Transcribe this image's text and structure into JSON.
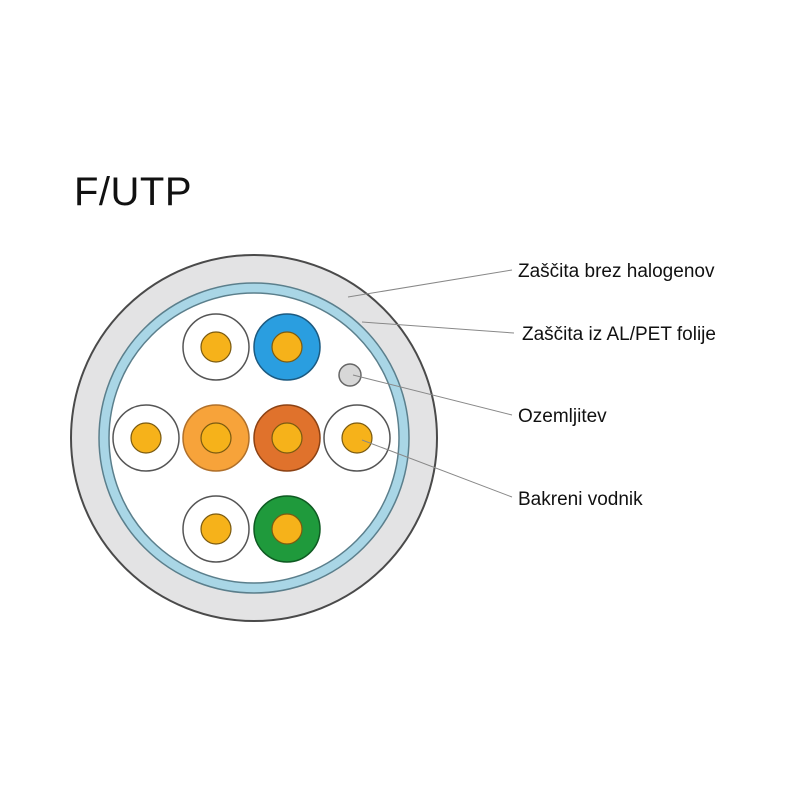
{
  "title": "F/UTP",
  "labels": {
    "outer_jacket": "Zaščita brez halogenov",
    "foil_shield": "Zaščita iz AL/PET folije",
    "drain_wire": "Ozemljitev",
    "copper_conductor": "Bakreni vodnik"
  },
  "colors": {
    "jacket": "#e3e3e4",
    "jacket_stroke": "#4a4a4a",
    "foil": "#a9d6e6",
    "core_fill": "#ffffff",
    "copper": "#f6b21a",
    "copper_stroke": "#7a5a10",
    "white_insulation": "#ffffff",
    "blue_insulation": "#2a9ee0",
    "orange_insulation": "#f7a33a",
    "brown_insulation": "#e0722c",
    "green_insulation": "#1f9a3c",
    "drain_wire": "#d7d7d7",
    "leader_line": "#888888",
    "text": "#111111"
  }
}
